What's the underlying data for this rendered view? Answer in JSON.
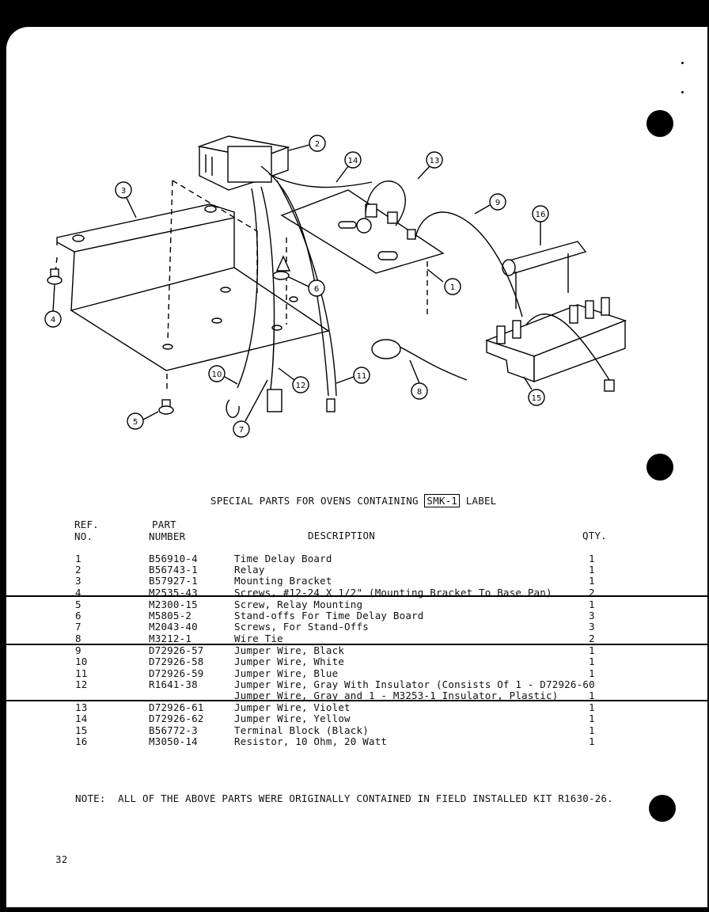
{
  "title": {
    "before": "SPECIAL PARTS FOR OVENS CONTAINING",
    "boxed": "SMK-1",
    "after": "LABEL"
  },
  "headers": {
    "ref_line1": "REF.",
    "ref_line2": "NO.",
    "part_line1": "PART",
    "part_line2": "NUMBER",
    "description": "DESCRIPTION",
    "qty": "QTY."
  },
  "rows": [
    {
      "ref": "1",
      "part": "B56910-4",
      "desc": "Time Delay Board",
      "qty": "1"
    },
    {
      "ref": "2",
      "part": "B56743-1",
      "desc": "Relay",
      "qty": "1"
    },
    {
      "ref": "3",
      "part": "B57927-1",
      "desc": "Mounting Bracket",
      "qty": "1"
    },
    {
      "ref": "4",
      "part": "M2535-43",
      "desc": "Screws, #12-24 X 1/2\" (Mounting Bracket To Base Pan)",
      "qty": "2"
    },
    {
      "ref": "5",
      "part": "M2300-15",
      "desc": "Screw, Relay Mounting",
      "qty": "1"
    },
    {
      "ref": "6",
      "part": "M5805-2",
      "desc": "Stand-offs For Time Delay Board",
      "qty": "3"
    },
    {
      "ref": "7",
      "part": "M2043-40",
      "desc": "Screws, For Stand-Offs",
      "qty": "3"
    },
    {
      "ref": "8",
      "part": "M3212-1",
      "desc": "Wire Tie",
      "qty": "2"
    },
    {
      "ref": "9",
      "part": "D72926-57",
      "desc": "Jumper Wire, Black",
      "qty": "1"
    },
    {
      "ref": "10",
      "part": "D72926-58",
      "desc": "Jumper Wire, White",
      "qty": "1"
    },
    {
      "ref": "11",
      "part": "D72926-59",
      "desc": "Jumper Wire, Blue",
      "qty": "1"
    },
    {
      "ref": "12",
      "part": "R1641-38",
      "desc": "Jumper Wire, Gray With Insulator (Consists Of 1 - D72926-60",
      "desc2": "Jumper Wire, Gray and 1 - M3253-1 Insulator, Plastic)",
      "qty": "1"
    },
    {
      "ref": "13",
      "part": "D72926-61",
      "desc": "Jumper Wire, Violet",
      "qty": "1"
    },
    {
      "ref": "14",
      "part": "D72926-62",
      "desc": "Jumper Wire, Yellow",
      "qty": "1"
    },
    {
      "ref": "15",
      "part": "B56772-3",
      "desc": "Terminal Block (Black)",
      "qty": "1"
    },
    {
      "ref": "16",
      "part": "M3050-14",
      "desc": "Resistor, 10 Ohm, 20 Watt",
      "qty": "1"
    }
  ],
  "note": "NOTE:  ALL OF THE ABOVE PARTS WERE ORIGINALLY CONTAINED IN FIELD INSTALLED KIT R1630-26.",
  "page_number": "32",
  "callouts": [
    "1",
    "2",
    "3",
    "4",
    "5",
    "6",
    "7",
    "8",
    "9",
    "10",
    "11",
    "12",
    "13",
    "14",
    "15",
    "16"
  ]
}
